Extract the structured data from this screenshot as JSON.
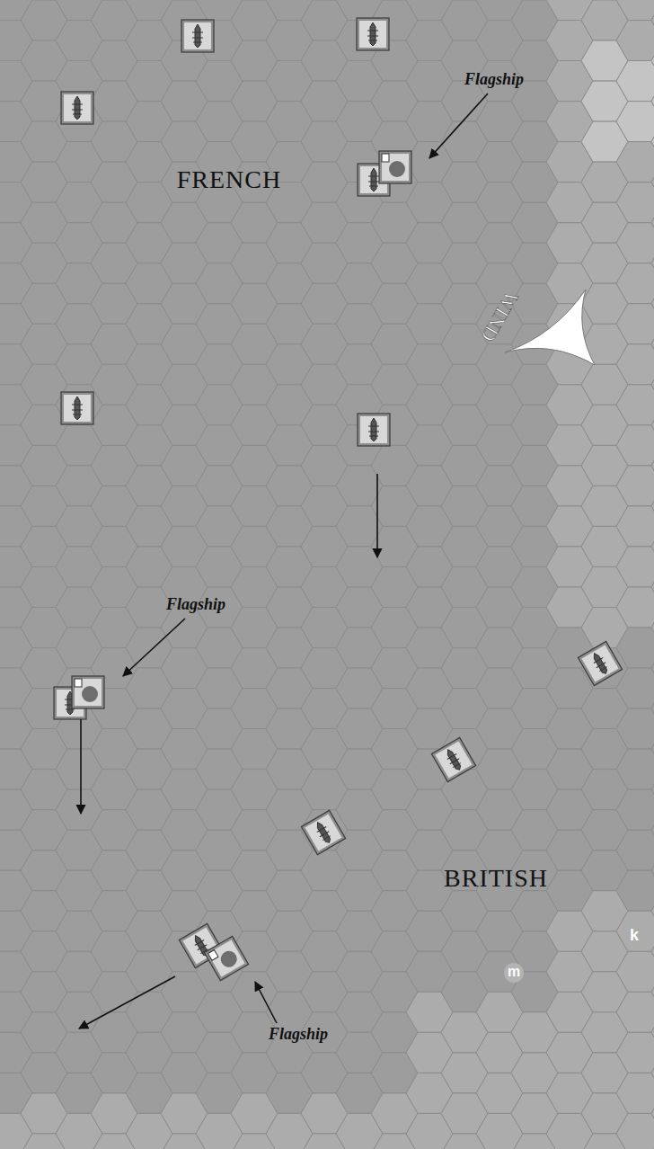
{
  "diagram": {
    "labels": [
      "Flagship",
      "FRENCH",
      "WIND",
      "Flagship",
      "Flagship",
      "BRITISH",
      "k",
      "m"
    ]
  }
}
